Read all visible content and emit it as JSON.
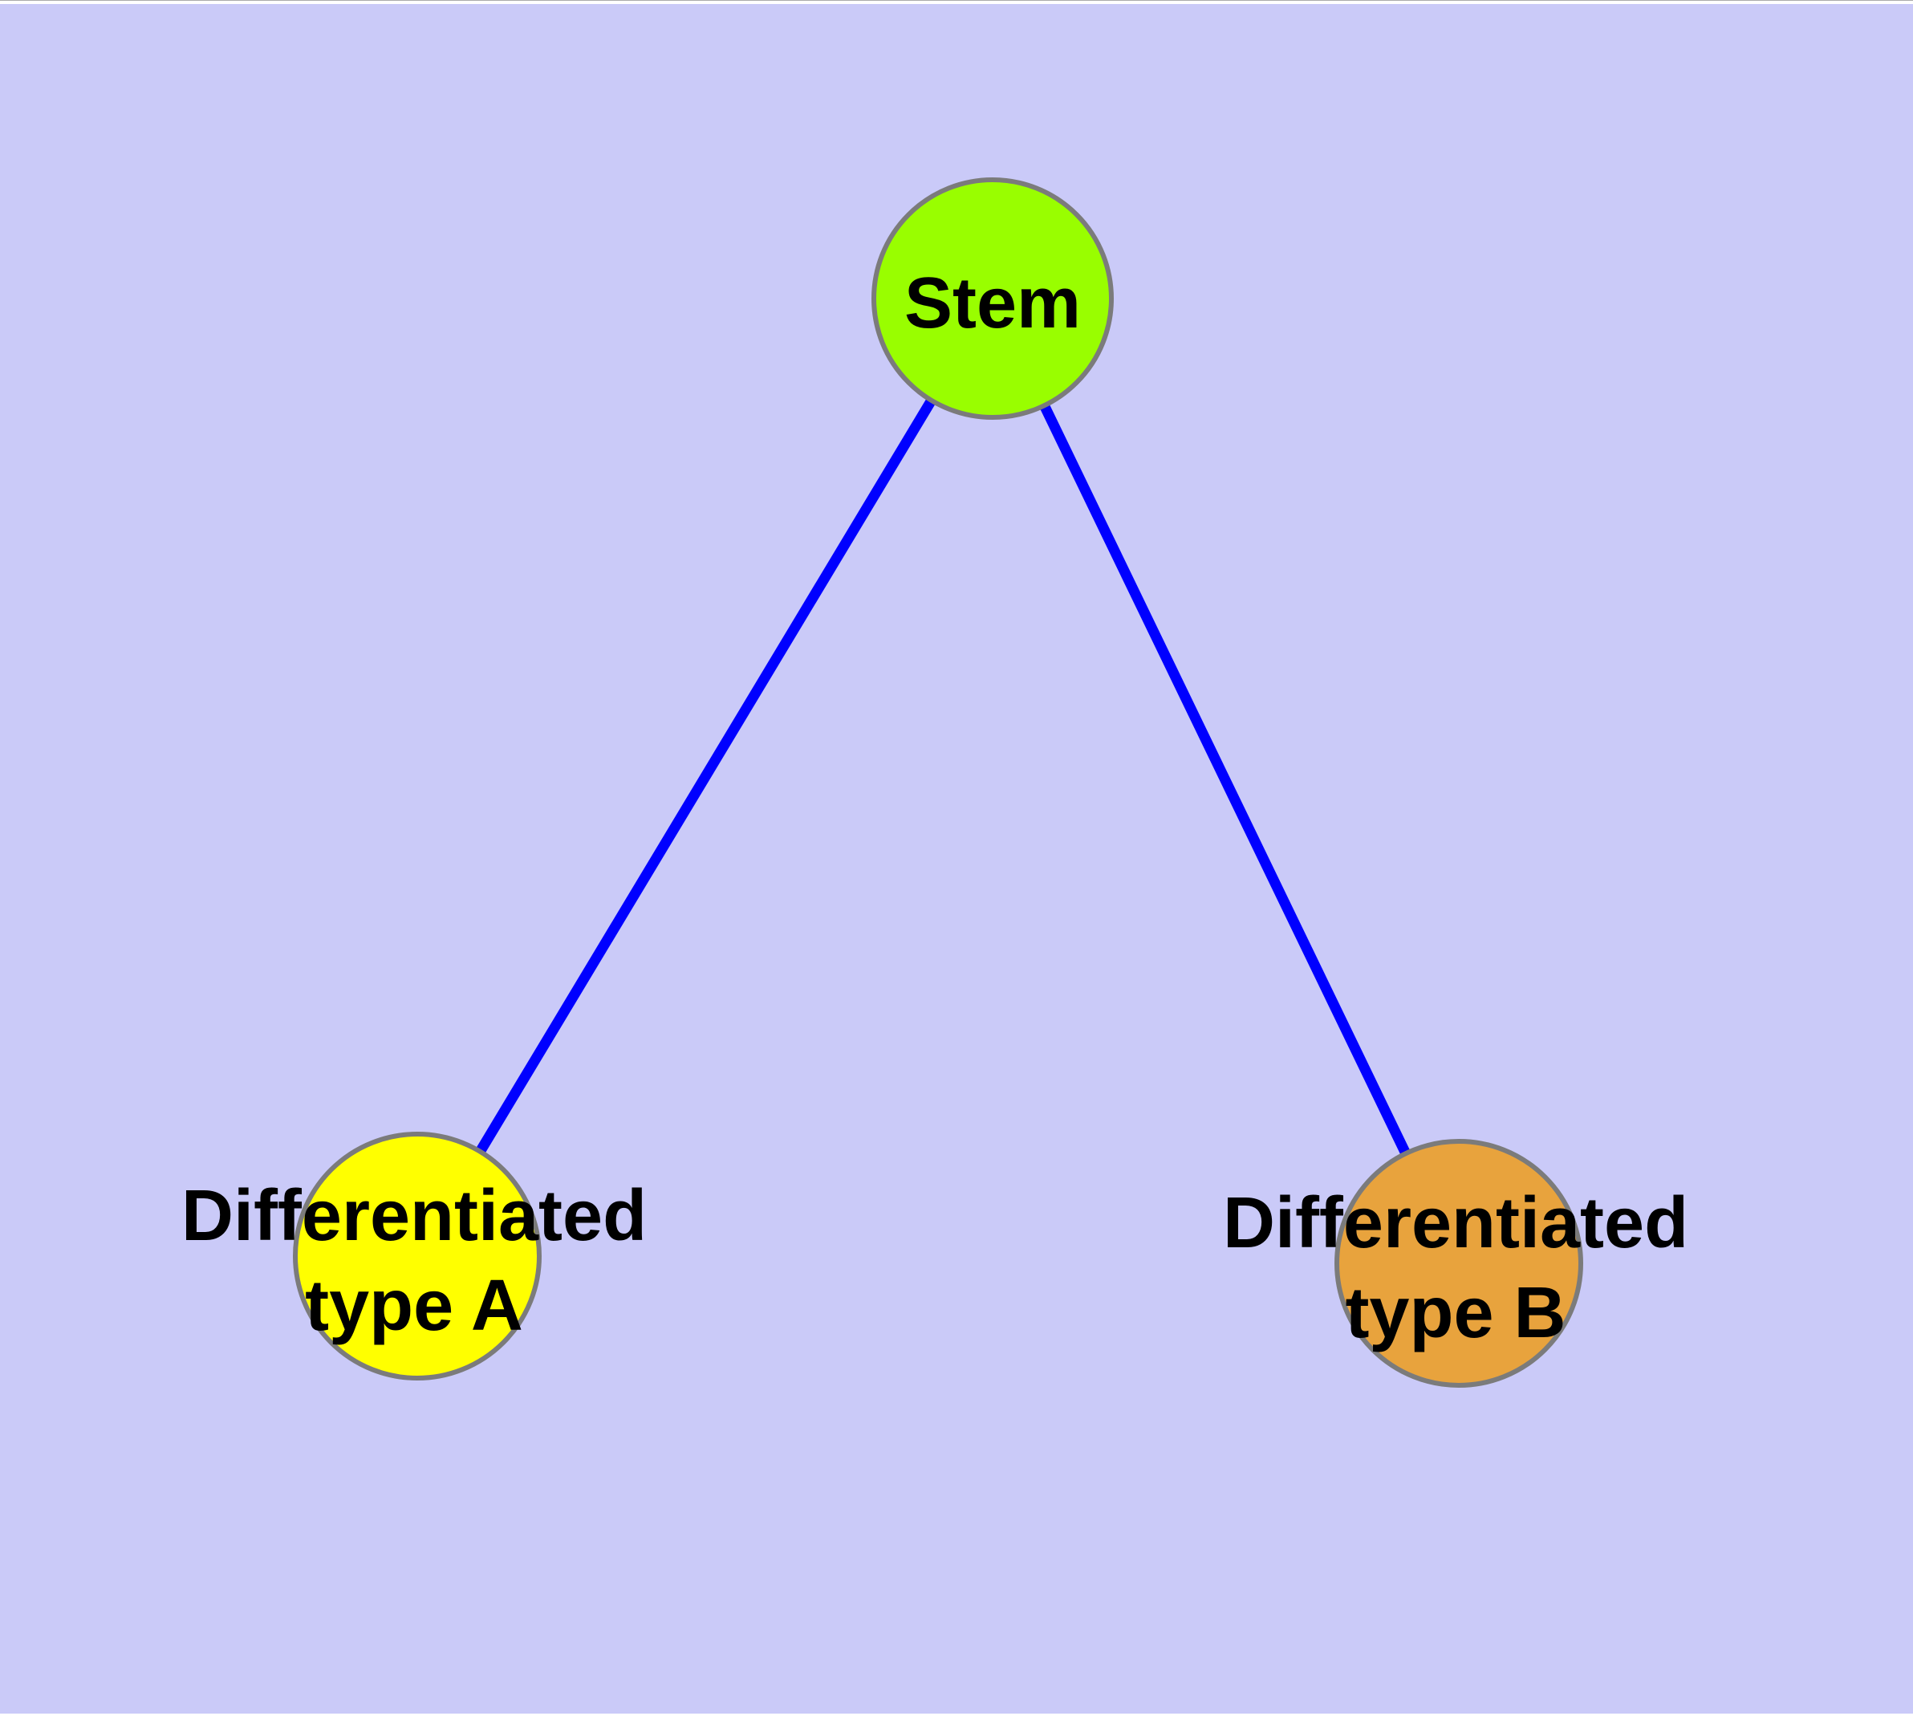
{
  "diagram": {
    "type": "graph",
    "description_colors": {
      "background": "#CACAF8",
      "edge": "#0000FF",
      "node_border": "#7B7B7B",
      "label_text": "#000000"
    },
    "edge_color": "#0000FF",
    "node_border_color": "#7B7B7B",
    "nodes": [
      {
        "id": "stem",
        "label": "Stem",
        "label_lines": [
          "Stem"
        ],
        "color": "#99FE00"
      },
      {
        "id": "differentiated-type-a",
        "label": "Differentiated type A",
        "label_lines": [
          "Differentiated",
          "type A"
        ],
        "color": "#FFFF00"
      },
      {
        "id": "differentiated-type-b",
        "label": "Differentiated type B",
        "label_lines": [
          "Differentiated",
          "type B"
        ],
        "color": "#E8A33D"
      }
    ],
    "edges": [
      {
        "from": "stem",
        "to": "differentiated-type-a"
      },
      {
        "from": "stem",
        "to": "differentiated-type-b"
      }
    ]
  }
}
